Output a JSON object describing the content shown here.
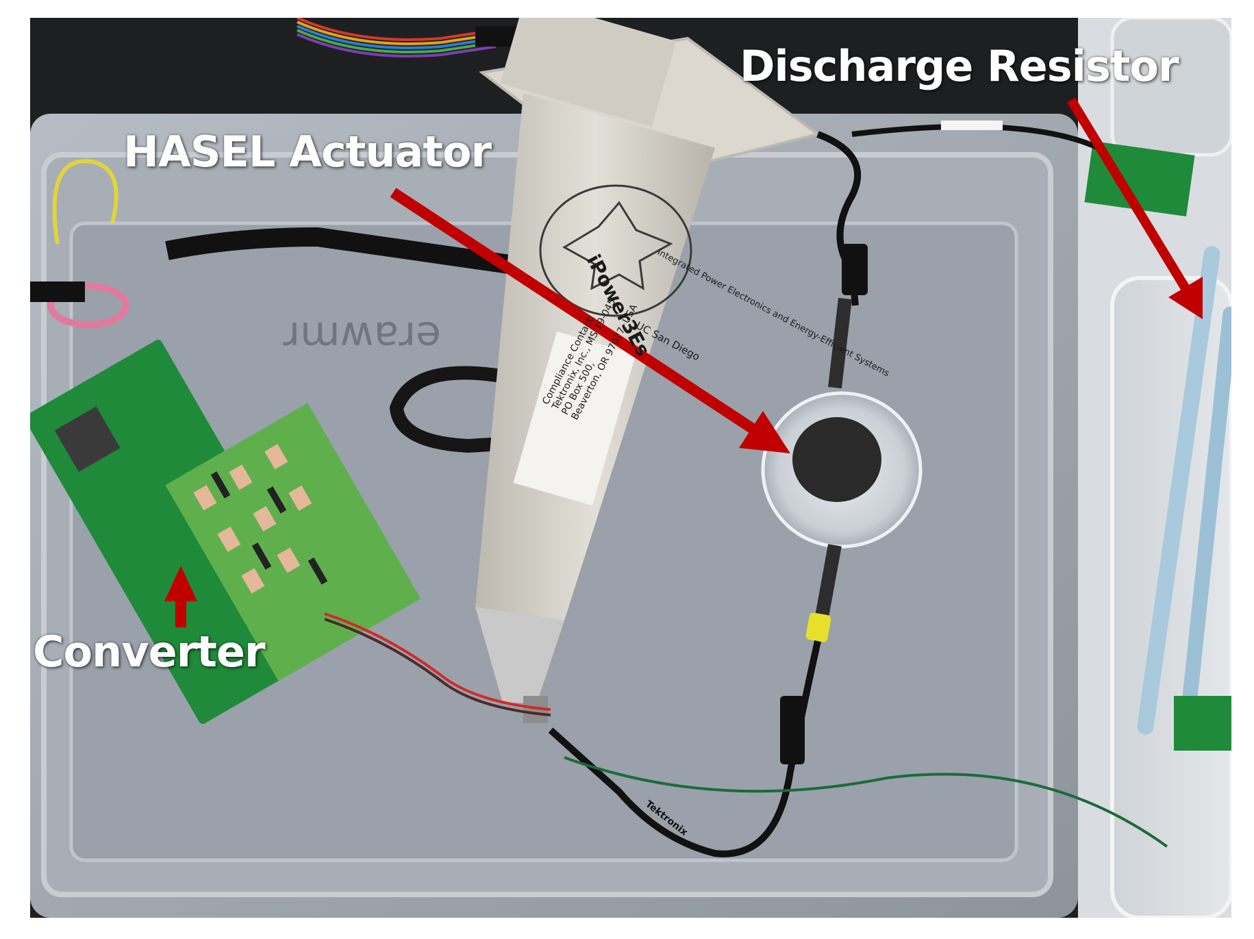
{
  "labels": {
    "hasel": "HASEL Actuator",
    "discharge": "Discharge Resistor",
    "converter": "Converter"
  },
  "probe_text": {
    "brand": "iPower3Es",
    "affiliation": "Integrated Power Electronics and Energy-Efficient Systems",
    "university": "UC San Diego",
    "compliance": "Compliance Contact:\nTektronix, Inc., MS 19-045\nPO Box 500,\nBeaverton, OR 97077, USA",
    "cable_brand": "Tektronix"
  },
  "colors": {
    "arrow": "#c00000",
    "label_text": "#ffffff",
    "pcb_green": "#1f8a3a",
    "probe_body": "#d6d3cc",
    "tray": "#9aa2ab"
  },
  "icons": {
    "arrows": [
      "arrow-to-actuator-icon",
      "arrow-to-resistor-icon",
      "arrow-to-converter-icon"
    ]
  }
}
